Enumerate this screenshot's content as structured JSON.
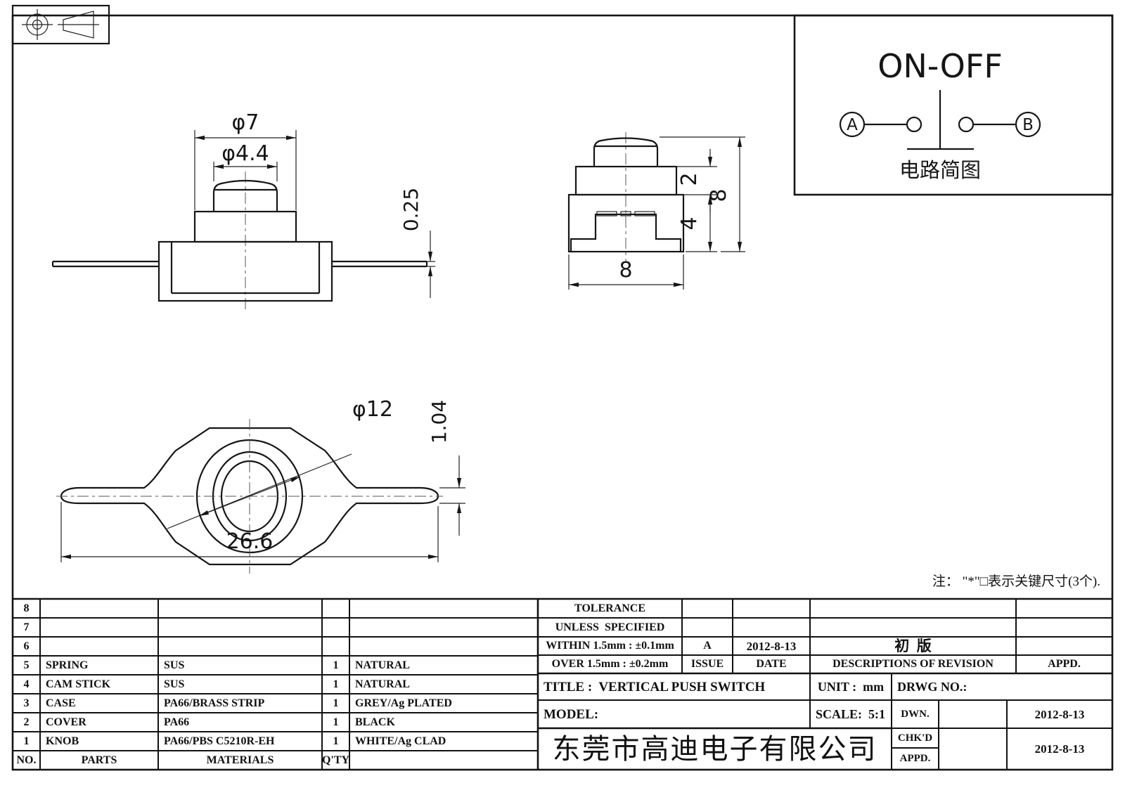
{
  "sheet": {
    "note": "注： \"*\"□表示关键尺寸(3个).",
    "company": "东莞市高迪电子有限公司"
  },
  "circuit": {
    "title": "ON-OFF",
    "terminal_a": "A",
    "terminal_b": "B",
    "caption": "电路简图"
  },
  "views": {
    "front": {
      "dia_outer": "φ7",
      "dia_knob": "φ4.4",
      "lead_thickness": "0.25"
    },
    "side": {
      "step_height": "2",
      "base_height": "4",
      "total_height": "8",
      "width": "8"
    },
    "bottom": {
      "dia_body": "φ12",
      "lead_width": "1.04",
      "total_length": "26.6"
    }
  },
  "parts": {
    "headers": {
      "no": "NO.",
      "parts": "PARTS",
      "materials": "MATERIALS",
      "qty": "Q'TY"
    },
    "rows": [
      {
        "no": "8",
        "part": "",
        "material": "",
        "qty": "",
        "finish": ""
      },
      {
        "no": "7",
        "part": "",
        "material": "",
        "qty": "",
        "finish": ""
      },
      {
        "no": "6",
        "part": "",
        "material": "",
        "qty": "",
        "finish": ""
      },
      {
        "no": "5",
        "part": "SPRING",
        "material": "SUS",
        "qty": "1",
        "finish": "NATURAL"
      },
      {
        "no": "4",
        "part": "CAM STICK",
        "material": "SUS",
        "qty": "1",
        "finish": "NATURAL"
      },
      {
        "no": "3",
        "part": "CASE",
        "material": "PA66/BRASS STRIP",
        "qty": "1",
        "finish": "GREY/Ag PLATED"
      },
      {
        "no": "2",
        "part": "COVER",
        "material": "PA66",
        "qty": "1",
        "finish": "BLACK"
      },
      {
        "no": "1",
        "part": "KNOB",
        "material": "PA66/PBS C5210R-EH",
        "qty": "1",
        "finish": "WHITE/Ag CLAD"
      }
    ]
  },
  "title_block": {
    "tolerance_line1": "TOLERANCE",
    "tolerance_line2": "UNLESS  SPECIFIED",
    "tolerance_within": "WITHIN 1.5mm : ±0.1mm",
    "tolerance_over": "OVER 1.5mm : ±0.2mm",
    "issue_value": "A",
    "issue_date": "2012-8-13",
    "issue_label": "ISSUE",
    "date_label": "DATE",
    "revision_desc": "初  版",
    "revision_header": "DESCRIPTIONS OF REVISION",
    "appd_header": "APPD.",
    "title": "TITLE :  VERTICAL PUSH SWITCH",
    "unit": "UNIT :  mm",
    "drwg_no": "DRWG NO.:",
    "model": "MODEL:",
    "scale": "SCALE:  5:1",
    "dwn_label": "DWN.",
    "dwn_date": "2012-8-13",
    "chkd_label": "CHK'D",
    "appd_label": "APPD.",
    "chkd_date": "2012-8-13"
  }
}
